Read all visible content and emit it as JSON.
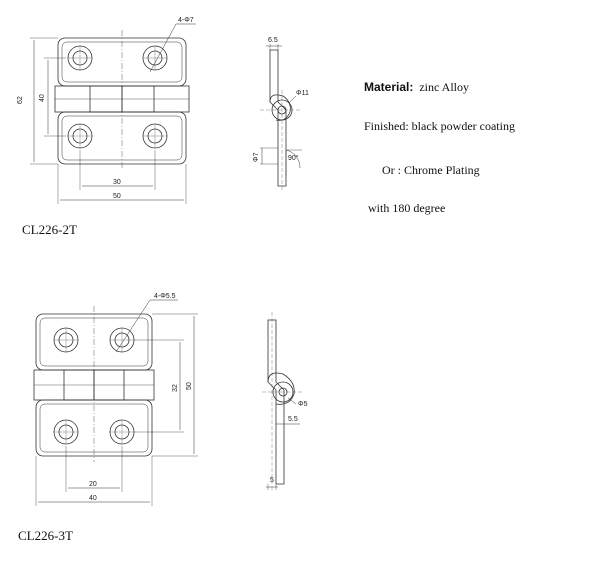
{
  "drawing_1": {
    "model": "CL226-2T",
    "dims": {
      "holes": "4-Φ7",
      "height": "62",
      "hole_pitch_v": "40",
      "hole_pitch_h": "30",
      "width": "50",
      "thickness": "6.5",
      "knuckle": "Φ11",
      "pin": "Φ7",
      "angle": "90°"
    }
  },
  "drawing_2": {
    "model": "CL226-3T",
    "dims": {
      "holes": "4-Φ5.5",
      "hole_pitch_v": "32",
      "height": "50",
      "hole_pitch_h": "20",
      "width": "40",
      "knuckle": "Φ5",
      "offset": "5.5",
      "thickness": "5"
    }
  },
  "specs": {
    "material_label": "Material:",
    "material_value": "zinc Alloy",
    "finished": "Finished: black powder coating",
    "or_line": "Or : Chrome Plating",
    "degree": "with 180 degree"
  },
  "colors": {
    "line": "#333333",
    "background": "#ffffff"
  }
}
